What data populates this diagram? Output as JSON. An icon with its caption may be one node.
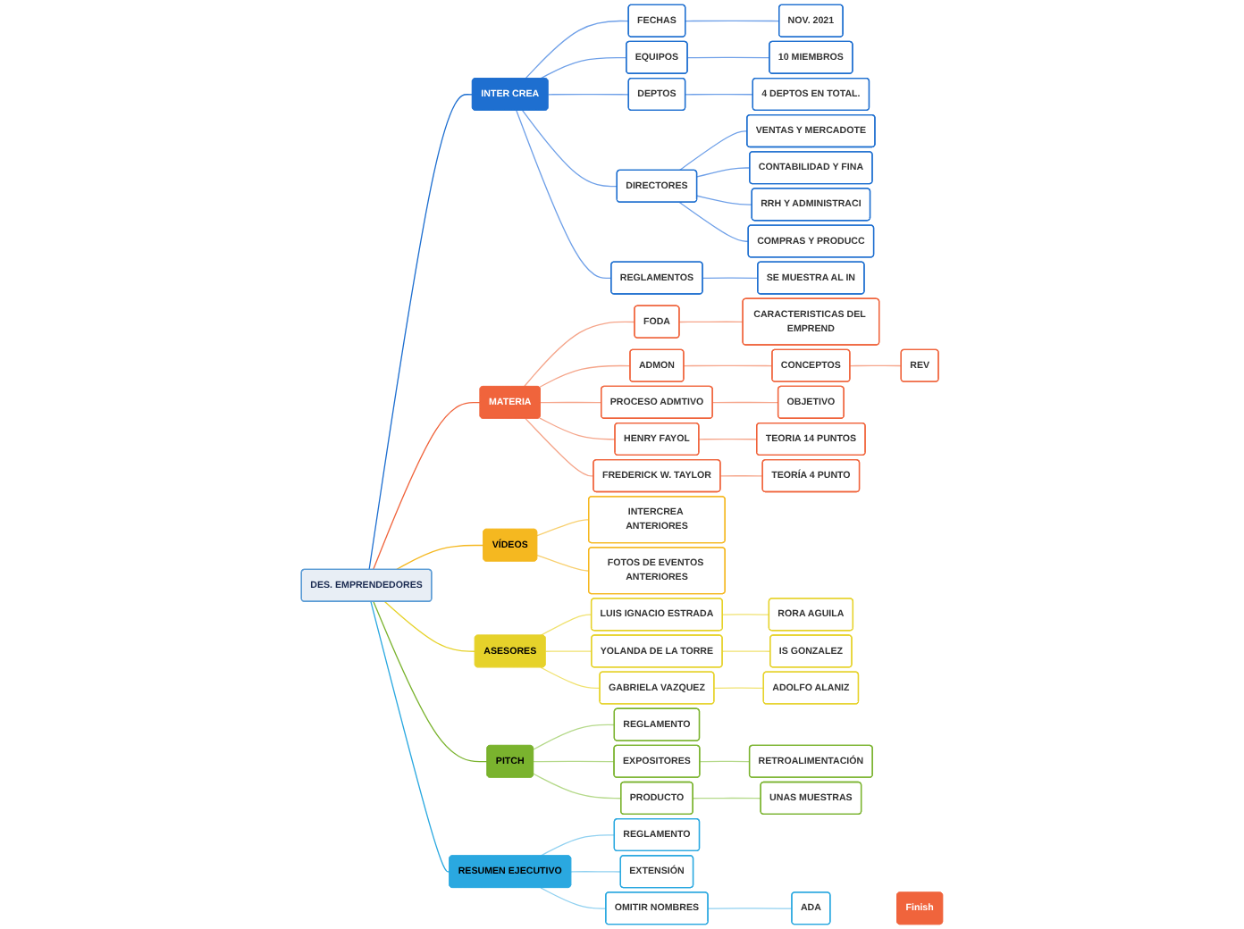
{
  "diagram": {
    "nodes": [
      {
        "text": [
          "DES. EMPRENDEDORES"
        ]
      },
      {
        "text": [
          "INTER CREA"
        ]
      },
      {
        "text": [
          "FECHAS"
        ]
      },
      {
        "text": [
          "NOV. 2021"
        ]
      },
      {
        "text": [
          "EQUIPOS"
        ]
      },
      {
        "text": [
          "10 MIEMBROS"
        ]
      },
      {
        "text": [
          "DEPTOS"
        ]
      },
      {
        "text": [
          "4 DEPTOS EN TOTAL."
        ]
      },
      {
        "text": [
          "DIRECTORES"
        ]
      },
      {
        "text": [
          "VENTAS Y MERCADOTE"
        ]
      },
      {
        "text": [
          "CONTABILIDAD Y FINA"
        ]
      },
      {
        "text": [
          "RRH Y ADMINISTRACI"
        ]
      },
      {
        "text": [
          "COMPRAS Y PRODUCC"
        ]
      },
      {
        "text": [
          "REGLAMENTOS"
        ]
      },
      {
        "text": [
          "SE MUESTRA AL IN"
        ]
      },
      {
        "text": [
          "MATERIA"
        ]
      },
      {
        "text": [
          "FODA"
        ]
      },
      {
        "text": [
          "CARACTERISTICAS DEL EMPREND"
        ]
      },
      {
        "text": [
          "ADMON"
        ]
      },
      {
        "text": [
          "CONCEPTOS"
        ]
      },
      {
        "text": [
          "REV"
        ]
      },
      {
        "text": [
          "PROCESO ADMTIVO"
        ]
      },
      {
        "text": [
          "OBJETIVO"
        ]
      },
      {
        "text": [
          "HENRY FAYOL"
        ]
      },
      {
        "text": [
          "TEORIA 14 PUNTOS"
        ]
      },
      {
        "text": [
          "FREDERICK W. TAYLOR"
        ]
      },
      {
        "text": [
          "TEORÍA 4 PUNTO"
        ]
      },
      {
        "text": [
          "VÍDEOS"
        ]
      },
      {
        "text": [
          "INTERCREA ANTERIORES"
        ]
      },
      {
        "text": [
          "FOTOS DE EVENTOS ANTERIORES"
        ]
      },
      {
        "text": [
          "ASESORES"
        ]
      },
      {
        "text": [
          "LUIS IGNACIO ESTRADA"
        ]
      },
      {
        "text": [
          "RORA AGUILA"
        ]
      },
      {
        "text": [
          "YOLANDA DE LA TORRE"
        ]
      },
      {
        "text": [
          "IS GONZALEZ"
        ]
      },
      {
        "text": [
          "GABRIELA VAZQUEZ"
        ]
      },
      {
        "text": [
          "ADOLFO ALANIZ"
        ]
      },
      {
        "text": [
          "PITCH"
        ]
      },
      {
        "text": [
          "REGLAMENTO"
        ]
      },
      {
        "text": [
          "EXPOSITORES"
        ]
      },
      {
        "text": [
          "RETROALIMENTACIÓN"
        ]
      },
      {
        "text": [
          "PRODUCTO"
        ]
      },
      {
        "text": [
          "UNAS MUESTRAS"
        ]
      },
      {
        "text": [
          "RESUMEN EJECUTIVO"
        ]
      },
      {
        "text": [
          "REGLAMENTO"
        ]
      },
      {
        "text": [
          "EXTENSIÓN"
        ]
      },
      {
        "text": [
          "OMITIR NOMBRES"
        ]
      },
      {
        "text": [
          "ADA"
        ]
      },
      {
        "text": [
          "Finish"
        ]
      }
    ],
    "edges": [
      {
        "from": 0,
        "to": 1,
        "arrow": "none",
        "color": "#1e6fd0"
      },
      {
        "from": 1,
        "to": 2,
        "arrow": "none",
        "color": "#6fa0e8"
      },
      {
        "from": 2,
        "to": 3,
        "arrow": "none",
        "color": "#6fa0e8"
      },
      {
        "from": 1,
        "to": 4,
        "arrow": "none",
        "color": "#6fa0e8"
      },
      {
        "from": 4,
        "to": 5,
        "arrow": "none",
        "color": "#6fa0e8"
      },
      {
        "from": 1,
        "to": 6,
        "arrow": "none",
        "color": "#6fa0e8"
      },
      {
        "from": 6,
        "to": 7,
        "arrow": "none",
        "color": "#6fa0e8"
      },
      {
        "from": 1,
        "to": 8,
        "arrow": "none",
        "color": "#6fa0e8"
      },
      {
        "from": 8,
        "to": 9,
        "arrow": "none",
        "color": "#6fa0e8"
      },
      {
        "from": 8,
        "to": 10,
        "arrow": "none",
        "color": "#6fa0e8"
      },
      {
        "from": 8,
        "to": 11,
        "arrow": "none",
        "color": "#6fa0e8"
      },
      {
        "from": 8,
        "to": 12,
        "arrow": "none",
        "color": "#6fa0e8"
      },
      {
        "from": 1,
        "to": 13,
        "arrow": "none",
        "color": "#6fa0e8"
      },
      {
        "from": 13,
        "to": 14,
        "arrow": "none",
        "color": "#6fa0e8"
      },
      {
        "from": 0,
        "to": 15,
        "arrow": "none",
        "color": "#f0643c"
      },
      {
        "from": 15,
        "to": 16,
        "arrow": "none",
        "color": "#f5a58a"
      },
      {
        "from": 16,
        "to": 17,
        "arrow": "none",
        "color": "#f5a58a"
      },
      {
        "from": 15,
        "to": 18,
        "arrow": "none",
        "color": "#f5a58a"
      },
      {
        "from": 18,
        "to": 19,
        "arrow": "none",
        "color": "#f5a58a"
      },
      {
        "from": 19,
        "to": 20,
        "arrow": "none",
        "color": "#f5a58a"
      },
      {
        "from": 15,
        "to": 21,
        "arrow": "none",
        "color": "#f5a58a"
      },
      {
        "from": 21,
        "to": 22,
        "arrow": "none",
        "color": "#f5a58a"
      },
      {
        "from": 15,
        "to": 23,
        "arrow": "none",
        "color": "#f5a58a"
      },
      {
        "from": 23,
        "to": 24,
        "arrow": "none",
        "color": "#f5a58a"
      },
      {
        "from": 15,
        "to": 25,
        "arrow": "none",
        "color": "#f5a58a"
      },
      {
        "from": 25,
        "to": 26,
        "arrow": "none",
        "color": "#f5a58a"
      },
      {
        "from": 0,
        "to": 27,
        "arrow": "none",
        "color": "#f5b820"
      },
      {
        "from": 27,
        "to": 28,
        "arrow": "none",
        "color": "#f8d070"
      },
      {
        "from": 27,
        "to": 29,
        "arrow": "none",
        "color": "#f8d070"
      },
      {
        "from": 0,
        "to": 30,
        "arrow": "none",
        "color": "#e6d22a"
      },
      {
        "from": 30,
        "to": 31,
        "arrow": "none",
        "color": "#f0e270"
      },
      {
        "from": 31,
        "to": 32,
        "arrow": "none",
        "color": "#f0e270"
      },
      {
        "from": 30,
        "to": 33,
        "arrow": "none",
        "color": "#f0e270"
      },
      {
        "from": 33,
        "to": 34,
        "arrow": "none",
        "color": "#f0e270"
      },
      {
        "from": 30,
        "to": 35,
        "arrow": "none",
        "color": "#f0e270"
      },
      {
        "from": 35,
        "to": 36,
        "arrow": "none",
        "color": "#f0e270"
      },
      {
        "from": 0,
        "to": 37,
        "arrow": "none",
        "color": "#7ab32e"
      },
      {
        "from": 37,
        "to": 38,
        "arrow": "none",
        "color": "#b5d98a"
      },
      {
        "from": 37,
        "to": 39,
        "arrow": "none",
        "color": "#b5d98a"
      },
      {
        "from": 39,
        "to": 40,
        "arrow": "none",
        "color": "#b5d98a"
      },
      {
        "from": 37,
        "to": 41,
        "arrow": "none",
        "color": "#b5d98a"
      },
      {
        "from": 41,
        "to": 42,
        "arrow": "none",
        "color": "#b5d98a"
      },
      {
        "from": 0,
        "to": 43,
        "arrow": "none",
        "color": "#2aa8e0"
      },
      {
        "from": 43,
        "to": 44,
        "arrow": "none",
        "color": "#8fd0f0"
      },
      {
        "from": 43,
        "to": 45,
        "arrow": "none",
        "color": "#8fd0f0"
      },
      {
        "from": 43,
        "to": 46,
        "arrow": "none",
        "color": "#8fd0f0"
      },
      {
        "from": 46,
        "to": 47,
        "arrow": "none",
        "color": "#8fd0f0"
      }
    ]
  }
}
